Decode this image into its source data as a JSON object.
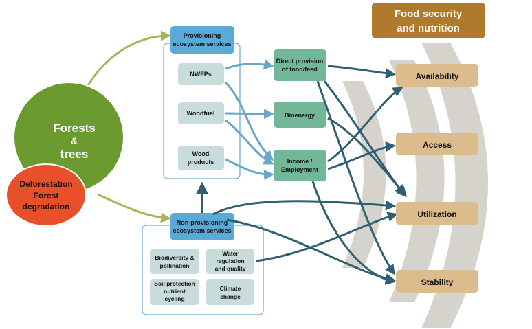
{
  "colors": {
    "forest_green": "#6b9a2e",
    "deforestation_red": "#e8502a",
    "provisioning_blue": "#5aaad8",
    "service_box_fill": "#c9dcdc",
    "output_green": "#72b898",
    "dimension_tan": "#dcbc8c",
    "title_brown": "#b07a2c",
    "arrow_dark": "#2e5f72",
    "arrow_light": "#6aa6c6",
    "olive_arrow": "#a8b456",
    "arc_gray": "#d6d3cc"
  },
  "title": {
    "line1": "Food security",
    "line2": "and nutrition"
  },
  "forests": {
    "line1": "Forests",
    "line2": "&",
    "line3": "trees"
  },
  "deforestation": {
    "line1": "Deforestation",
    "line2": "Forest",
    "line3": "degradation"
  },
  "provisioning": {
    "header_line1": "Provisioning",
    "header_line2": "ecosystem services",
    "items": [
      {
        "line1": "NWFPs",
        "line2": ""
      },
      {
        "line1": "Woodfuel",
        "line2": ""
      },
      {
        "line1": "Wood",
        "line2": "products"
      }
    ]
  },
  "non_provisioning": {
    "header_line1": "Non-provisioning",
    "header_line2": "ecosystem services",
    "items": [
      {
        "line1": "Biodiversity &",
        "line2": "pollination",
        "line3": ""
      },
      {
        "line1": "Water",
        "line2": "regulation",
        "line3": "and quality"
      },
      {
        "line1": "Soil protection",
        "line2": "nutrient",
        "line3": "cycling"
      },
      {
        "line1": "Climate",
        "line2": "change",
        "line3": ""
      }
    ]
  },
  "outputs": {
    "direct": {
      "line1": "Direct provision",
      "line2": "of food/feed"
    },
    "bioenergy": "Bioenergy",
    "income": {
      "line1": "Income /",
      "line2": "Employment"
    }
  },
  "dimensions": [
    "Availability",
    "Access",
    "Utilization",
    "Stability"
  ]
}
